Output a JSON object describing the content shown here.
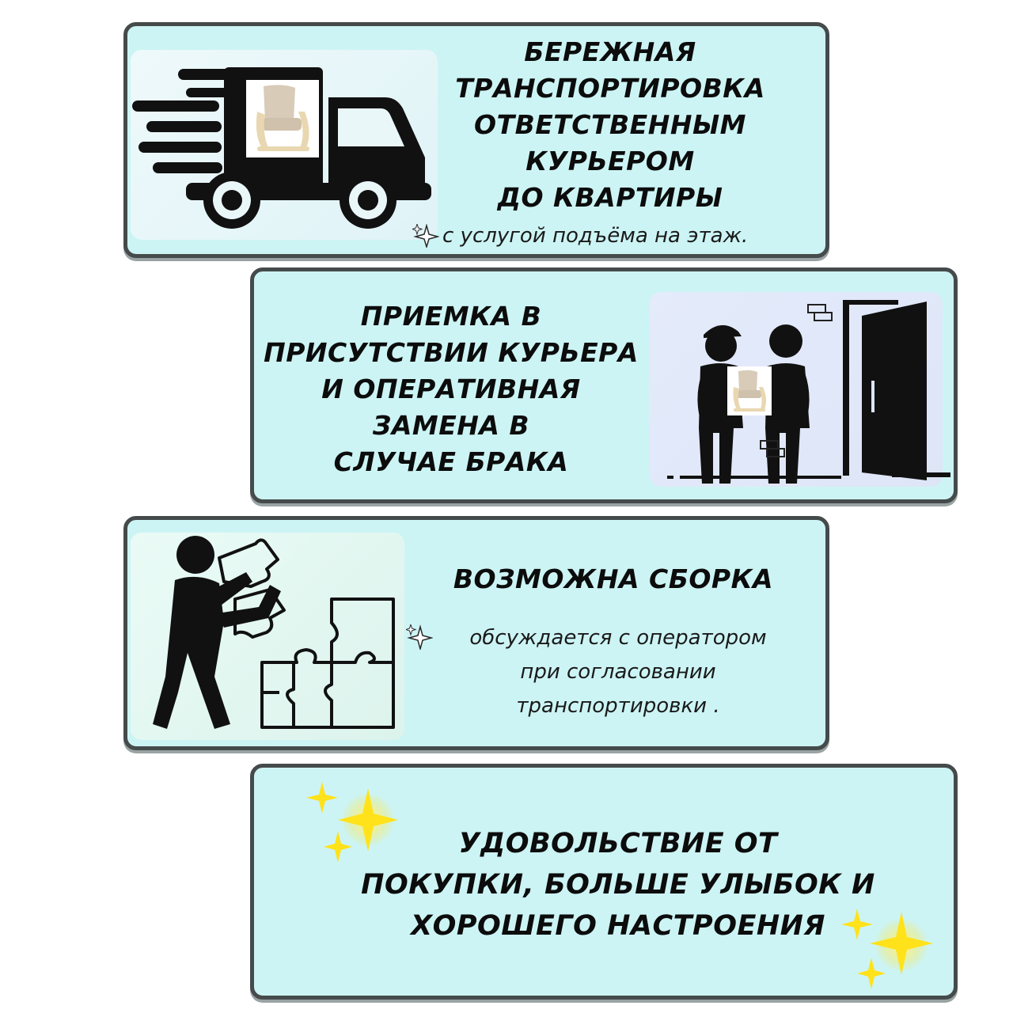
{
  "cards": [
    {
      "heading": [
        "БЕРЕЖНАЯ",
        "ТРАНСПОРТИРОВКА",
        "ОТВЕТСТВЕННЫМ",
        "КУРЬЕРОМ",
        "ДО КВАРТИРЫ"
      ],
      "note": "с услугой подъёма на этаж.",
      "illustration": "delivery-truck-icon"
    },
    {
      "heading": [
        "ПРИЕМКА В",
        "ПРИСУТСТВИИ КУРЬЕРА",
        "И ОПЕРАТИВНАЯ",
        "ЗАМЕНА В",
        "СЛУЧАЕ БРАКА"
      ],
      "illustration": "courier-handover-icon"
    },
    {
      "heading": [
        "ВОЗМОЖНА СБОРКА"
      ],
      "note": [
        "обсуждается с оператором",
        "при согласовании",
        "транспортировки ."
      ],
      "illustration": "assembly-puzzle-icon"
    },
    {
      "heading": [
        "УДОВОЛЬСТВИЕ ОТ",
        "ПОКУПКИ, БОЛЬШЕ УЛЫБОК И",
        "ХОРОШЕГО НАСТРОЕНИЯ"
      ],
      "illustration": "sparkles-icon"
    }
  ],
  "colors": {
    "card_fill": "#cdf4f4",
    "card_border": "#454a4b",
    "text": "#0c0c0c",
    "sparkle": "#ffe21a",
    "chair_fabric": "#d8cbb8",
    "chair_wood": "#e8d7b0"
  }
}
